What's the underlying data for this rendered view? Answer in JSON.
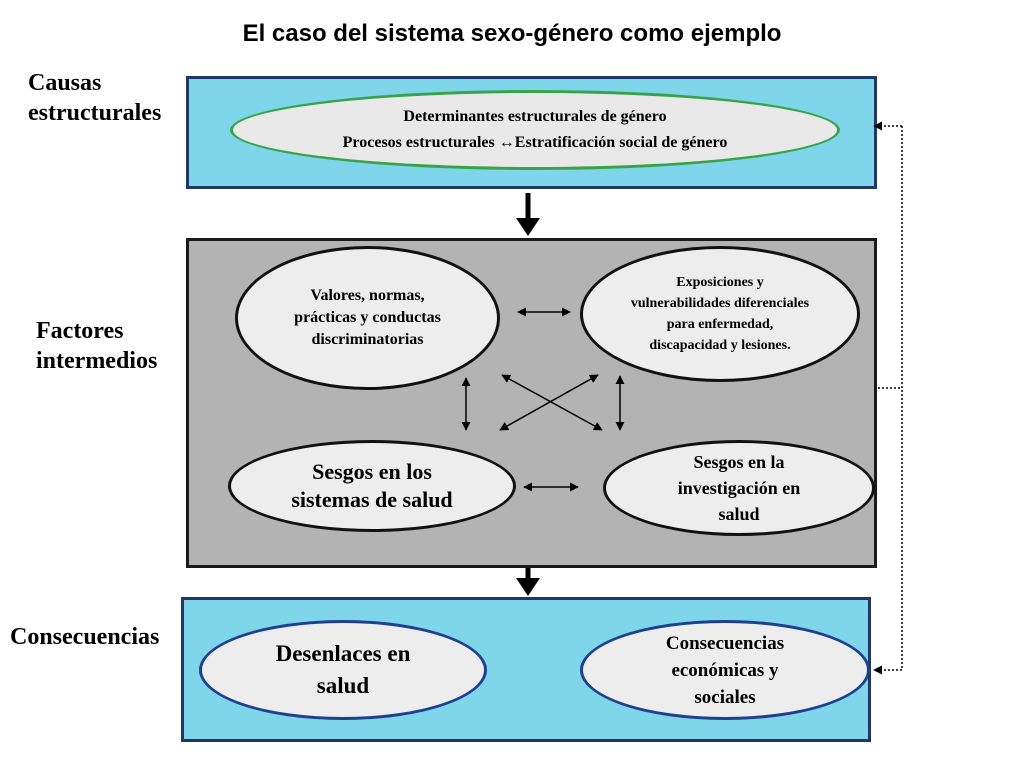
{
  "title": "El caso del sistema sexo-género como ejemplo",
  "side_labels": {
    "causas": [
      "Causas",
      "estructurales"
    ],
    "factores": [
      "Factores",
      "intermedios"
    ],
    "consecuencias": [
      "Consecuencias"
    ]
  },
  "top_panel": {
    "line1": "Determinantes estructurales de género",
    "line2_left": "Procesos estructurales ",
    "line2_arrow": "↔",
    "line2_right": "Estratificación social de género"
  },
  "middle_panel": {
    "valores": [
      "Valores, normas,",
      "prácticas y conductas",
      "discriminatorias"
    ],
    "exposiciones": [
      "Exposiciones y",
      "vulnerabilidades diferenciales",
      "para enfermedad,",
      "discapacidad y lesiones."
    ],
    "sesgos_salud": [
      "Sesgos en los",
      "sistemas de salud"
    ],
    "sesgos_investigacion": [
      "Sesgos en la",
      "investigación en",
      "salud"
    ]
  },
  "bottom_panel": {
    "desenlaces": [
      "Desenlaces en",
      "salud"
    ],
    "consecuencias": [
      "Consecuencias",
      "económicas y",
      "sociales"
    ]
  },
  "colors": {
    "panel_blue": "#7fd6ea",
    "panel_grey": "#b3b3b3",
    "panel_border": "#1f3864",
    "ellipse_fill": "#ededed",
    "ellipse_green_border": "#3aa34a",
    "ellipse_navy_border": "#1f3f8f"
  }
}
